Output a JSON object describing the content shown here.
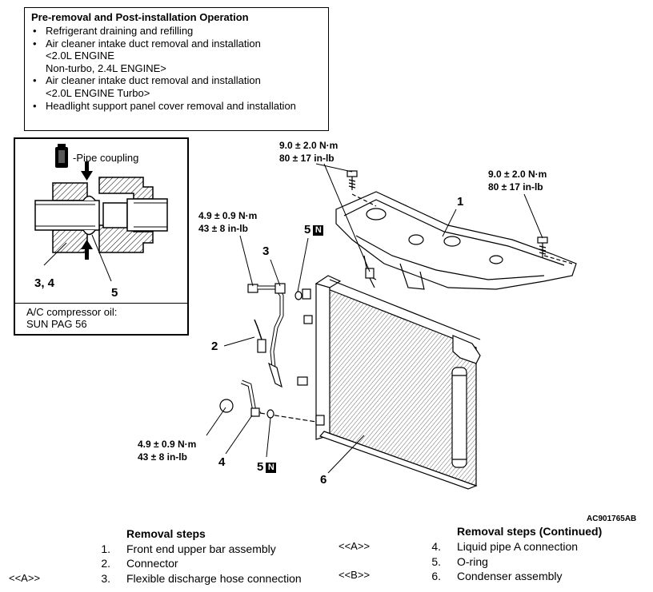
{
  "pre_box": {
    "title": "Pre-removal and Post-installation Operation",
    "items": [
      {
        "lines": [
          "Refrigerant draining and refilling"
        ]
      },
      {
        "lines": [
          "Air cleaner intake duct removal and installation",
          "<2.0L ENGINE",
          "Non-turbo, 2.4L ENGINE>"
        ]
      },
      {
        "lines": [
          "Air cleaner intake duct removal and installation",
          "<2.0L ENGINE Turbo>"
        ]
      },
      {
        "lines": [
          "Headlight support panel cover removal and installation"
        ]
      }
    ]
  },
  "coupling_detail": {
    "label": "-Pipe coupling",
    "callout_34": "3, 4",
    "callout_5": "5",
    "oil_line1": "A/C compressor oil:",
    "oil_line2": "SUN PAG 56"
  },
  "torques": {
    "t1": {
      "nm": "9.0 ± 2.0 N·m",
      "inlb": "80 ± 17 in-lb"
    },
    "t2": {
      "nm": "9.0 ± 2.0 N·m",
      "inlb": "80 ± 17 in-lb"
    },
    "t3": {
      "nm": "4.9 ± 0.9 N·m",
      "inlb": "43 ± 8 in-lb"
    },
    "t4": {
      "nm": "4.9 ± 0.9 N·m",
      "inlb": "43 ± 8 in-lb"
    }
  },
  "callouts": {
    "c1": "1",
    "c2": "2",
    "c3": "3",
    "c4": "4",
    "c5a": "5",
    "c5b": "5",
    "c6": "6",
    "n_badge": "N"
  },
  "figure_code": "AC901765AB",
  "removal_steps": {
    "title": "Removal steps",
    "steps": [
      {
        "num": "1.",
        "text": "Front end upper bar assembly",
        "marker": ""
      },
      {
        "num": "2.",
        "text": "Connector",
        "marker": ""
      },
      {
        "num": "3.",
        "text": "Flexible discharge hose connection",
        "marker": "<<A>>"
      }
    ]
  },
  "removal_steps_continued": {
    "title": "Removal steps (Continued)",
    "steps": [
      {
        "num": "4.",
        "text": "Liquid pipe A connection",
        "marker": "<<A>>"
      },
      {
        "num": "5.",
        "text": "O-ring",
        "marker": ""
      },
      {
        "num": "6.",
        "text": "Condenser assembly",
        "marker": "<<B>>"
      }
    ]
  }
}
